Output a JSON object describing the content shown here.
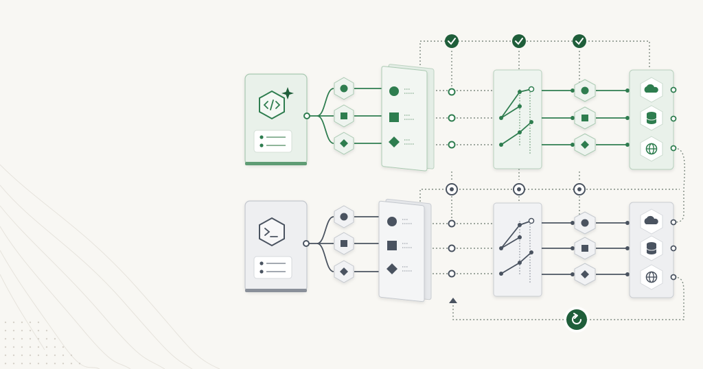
{
  "colors": {
    "background": "#f8f7f3",
    "accent_green": "#2e7d4f",
    "accent_green_dark": "#1f5e3a",
    "green_panel_fill": "#e9f1ea",
    "green_panel_stroke": "#a9c9b1",
    "gray_node": "#4a5360",
    "gray_panel_fill": "#eeeff1",
    "gray_panel_stroke": "#c3c7cd",
    "dotted_line": "#7d8a80"
  },
  "rows": [
    {
      "id": "top",
      "theme": "green",
      "source_icon": "code-brackets-icon",
      "sparkle_icon": "sparkle-icon",
      "branch_shapes": [
        "circle-icon",
        "square-icon",
        "diamond-icon"
      ],
      "target_icons": [
        "cloud-icon",
        "database-icon",
        "globe-icon"
      ],
      "checkpoint_icons": [
        "checkmark-icon",
        "checkmark-icon",
        "checkmark-icon"
      ]
    },
    {
      "id": "bottom",
      "theme": "gray",
      "source_icon": "terminal-prompt-icon",
      "branch_shapes": [
        "circle-icon",
        "square-icon",
        "diamond-icon"
      ],
      "target_icons": [
        "cloud-icon",
        "database-icon",
        "globe-icon"
      ],
      "checkpoint_icons": [
        "target-dot-icon",
        "target-dot-icon",
        "target-dot-icon"
      ]
    }
  ],
  "loop_icon": "refresh-loop-icon"
}
